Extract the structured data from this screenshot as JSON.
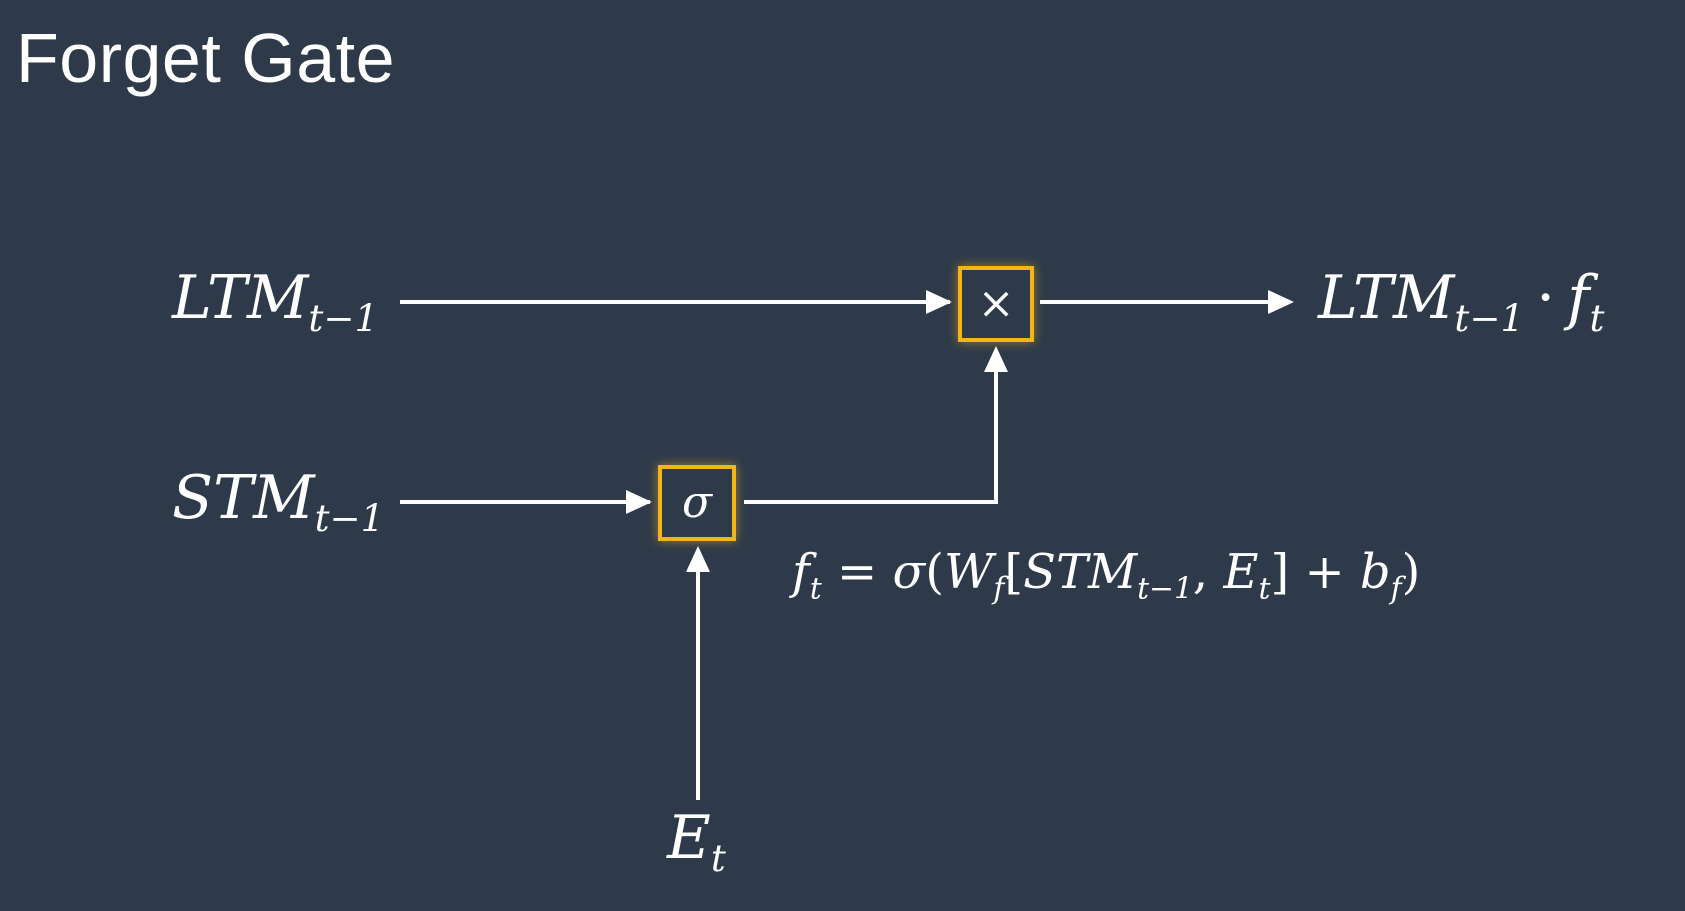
{
  "title": "Forget Gate",
  "inputs": {
    "ltm": {
      "base": "LTM",
      "sub": "t−1"
    },
    "stm": {
      "base": "STM",
      "sub": "t−1"
    },
    "event": {
      "base": "E",
      "sub": "t"
    }
  },
  "gates": {
    "multiply": {
      "symbol": "×"
    },
    "sigmoid": {
      "symbol": "σ"
    }
  },
  "output": {
    "base": "LTM",
    "sub": "t−1",
    "op": "·",
    "f": "f",
    "fsub": "t"
  },
  "formula": {
    "lhs": "f",
    "lhs_sub": "t",
    "eq": " = ",
    "sigma": "σ",
    "open": "(",
    "w": "W",
    "w_sub": "f",
    "bracket_open": "[",
    "stm": "STM",
    "stm_sub": "t−1",
    "comma": ", ",
    "e": "E",
    "e_sub": "t",
    "bracket_close": "]",
    "plus": " + ",
    "b": "b",
    "b_sub": "f",
    "close": ")"
  },
  "colors": {
    "background": "#2e3a4a",
    "gate_border": "#f5b515",
    "line": "#ffffff"
  }
}
